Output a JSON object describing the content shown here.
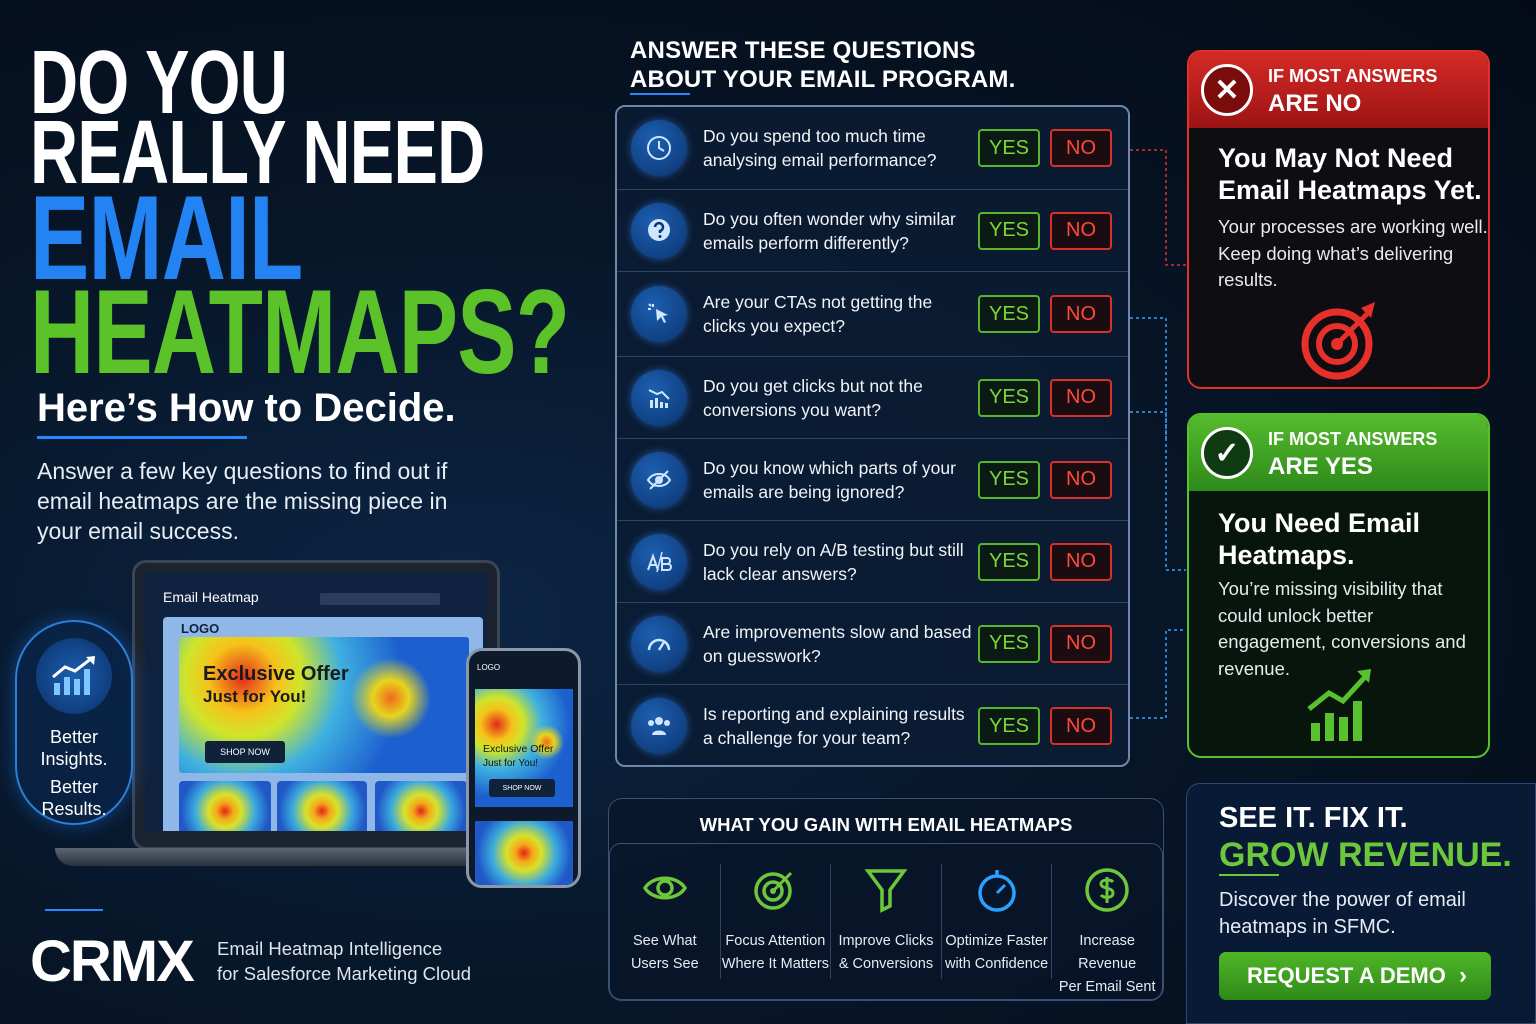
{
  "headline": {
    "line1": "DO YOU",
    "line2": "REALLY NEED",
    "line3": "EMAIL",
    "line4": "HEATMAPS?"
  },
  "subheadline": "Here’s How to Decide.",
  "intro": "Answer a few key questions to find out if email heatmaps are the missing piece in your email success.",
  "mockup": {
    "laptop_title": "Email Heatmap",
    "logo": "LOGO",
    "offer_line1": "Exclusive Offer",
    "offer_line2": "Just for You!",
    "shop_button": "SHOP NOW",
    "phone_logo": "LOGO",
    "phone_offer_line1": "Exclusive Offer",
    "phone_offer_line2": "Just for You!",
    "phone_shop_button": "SHOP NOW"
  },
  "badge": {
    "line1": "Better Insights.",
    "line2": "Better Results.",
    "icon": "bar-chart-up-icon"
  },
  "brand": {
    "logo": "CRMX",
    "tagline1": "Email Heatmap Intelligence",
    "tagline2": "for Salesforce Marketing Cloud"
  },
  "questions": {
    "heading1": "ANSWER THESE QUESTIONS",
    "heading2": "ABOUT YOUR EMAIL PROGRAM.",
    "yes_label": "YES",
    "no_label": "NO",
    "items": [
      {
        "text": "Do you spend too much time analysing email performance?",
        "icon": "clock-icon"
      },
      {
        "text": "Do you often wonder why similar emails perform differently?",
        "icon": "question-bubble-icon"
      },
      {
        "text": "Are your CTAs not getting the clicks you expect?",
        "icon": "cursor-click-icon"
      },
      {
        "text": "Do you get clicks but not the conversions you want?",
        "icon": "declining-chart-icon"
      },
      {
        "text": "Do you know which parts of your emails are being ignored?",
        "icon": "eye-slash-icon"
      },
      {
        "text": "Do you rely on A/B testing but still lack clear answers?",
        "icon": "ab-test-icon"
      },
      {
        "text": "Are improvements slow and based on guesswork?",
        "icon": "speedometer-icon"
      },
      {
        "text": "Is reporting and explaining results a challenge for your team?",
        "icon": "team-icon"
      }
    ]
  },
  "gains": {
    "heading": "WHAT YOU GAIN WITH EMAIL HEATMAPS",
    "items": [
      {
        "line1": "See What",
        "line2": "Users See",
        "icon": "eye-icon"
      },
      {
        "line1": "Focus Attention",
        "line2": "Where It Matters",
        "icon": "target-icon"
      },
      {
        "line1": "Improve Clicks",
        "line2": "& Conversions",
        "icon": "funnel-icon"
      },
      {
        "line1": "Optimize Faster",
        "line2": "with Confidence",
        "icon": "stopwatch-icon"
      },
      {
        "line1": "Increase Revenue",
        "line2": "Per Email Sent",
        "icon": "dollar-icon"
      }
    ]
  },
  "no_card": {
    "label1": "IF MOST ANSWERS",
    "label2": "ARE NO",
    "title": "You May Not Need Email Heatmaps Yet.",
    "body": "Your processes are working well. Keep doing what’s delivering results.",
    "color": "#d42a26"
  },
  "yes_card": {
    "label1": "IF MOST ANSWERS",
    "label2": "ARE YES",
    "title": "You Need Email Heatmaps.",
    "body": "You’re missing visibility that could unlock better engagement, conversions and revenue.",
    "color": "#55bb2e"
  },
  "cta": {
    "line1": "SEE IT. FIX IT.",
    "line2": "GROW REVENUE.",
    "body": "Discover the power of email heatmaps in SFMC.",
    "button": "REQUEST A DEMO"
  }
}
